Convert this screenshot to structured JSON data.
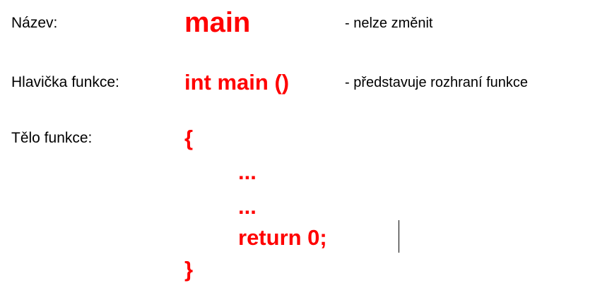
{
  "rows": {
    "name": {
      "label": "Název:",
      "value": "main",
      "note": "- nelze změnit"
    },
    "header": {
      "label": "Hlavička funkce:",
      "value": "int main ()",
      "note": "-  představuje rozhraní funkce"
    },
    "body": {
      "label": "Tělo funkce:",
      "open_brace": "{",
      "line1": "...",
      "line2": "...",
      "return_stmt": "return 0;",
      "close_brace": "}"
    }
  },
  "colors": {
    "highlight": "#ff0000",
    "text": "#000000",
    "background": "#ffffff"
  }
}
